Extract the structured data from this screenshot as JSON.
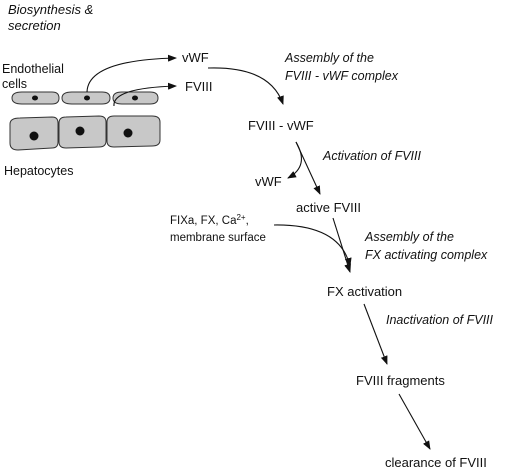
{
  "labels": {
    "biosynthesis_line1": "Biosynthesis &",
    "biosynthesis_line2": "secretion",
    "endothelial_line1": "Endothelial",
    "endothelial_line2": "cells",
    "hepatocytes": "Hepatocytes",
    "vwf_top": "vWF",
    "fviii_top": "FVIII",
    "assembly_complex_line1": "Assembly of the",
    "assembly_complex_line2": "FVIII - vWF complex",
    "fviii_vwf": "FVIII - vWF",
    "activation_fviii": "Activation of FVIII",
    "vwf_released": "vWF",
    "active_fviii": "active FVIII",
    "cofactors_prefix": "FIXa, FX, Ca",
    "cofactors_sup": "2+",
    "cofactors_suffix": ",",
    "membrane_surface": "membrane surface",
    "assembly_fx_line1": "Assembly of the",
    "assembly_fx_line2": "FX activating complex",
    "fx_activation": "FX activation",
    "inactivation_fviii": "Inactivation of FVIII",
    "fviii_fragments": "FVIII fragments",
    "clearance_fviii": "clearance of FVIII"
  }
}
